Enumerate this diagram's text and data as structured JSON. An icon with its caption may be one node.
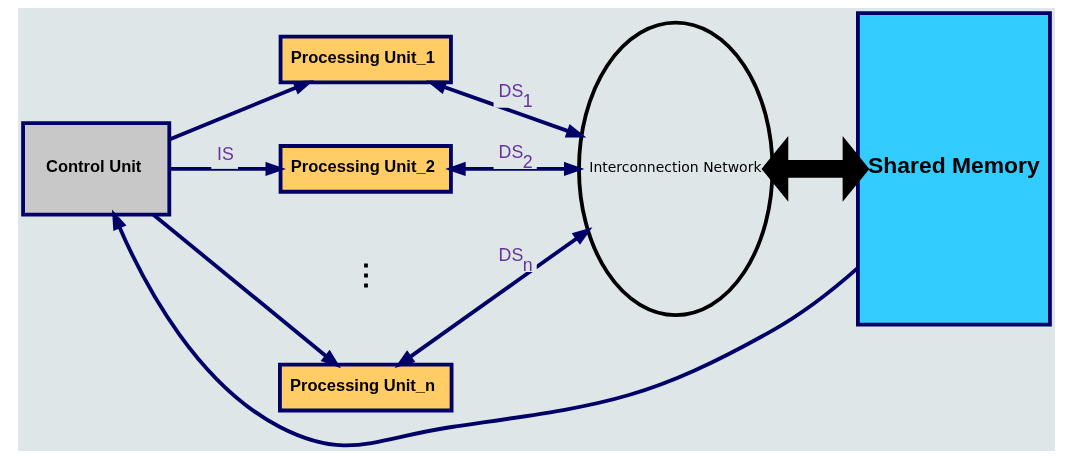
{
  "diagram": {
    "nodes": [
      {
        "text": [
          "Control Unit"
        ]
      },
      {
        "text": [
          "Processing Unit_1"
        ]
      },
      {
        "text": [
          "Processing Unit_2"
        ]
      },
      {
        "text": [
          "Processing Unit_n"
        ]
      },
      {
        "text": [
          "Interconnection Network"
        ]
      },
      {
        "text": [
          "Shared Memory"
        ]
      }
    ],
    "edges": [
      {
        "from": 0,
        "to": 1,
        "arrow": "to"
      },
      {
        "from": 0,
        "to": 2,
        "arrow": "to",
        "label": "IS"
      },
      {
        "from": 0,
        "to": 3,
        "arrow": "to"
      },
      {
        "from": 1,
        "to": 4,
        "arrow": "both",
        "label": "DS$_{1}$"
      },
      {
        "from": 2,
        "to": 4,
        "arrow": "both",
        "label": "DS$_{2}$"
      },
      {
        "from": 3,
        "to": 4,
        "arrow": "both",
        "label": "DS$_{n}$"
      },
      {
        "from": 4,
        "to": 5,
        "arrow": "both",
        "style": "thick",
        "color": "#000000"
      },
      {
        "from": 5,
        "to": 0,
        "arrow": "to"
      }
    ],
    "labels": [
      "⋮"
    ]
  }
}
